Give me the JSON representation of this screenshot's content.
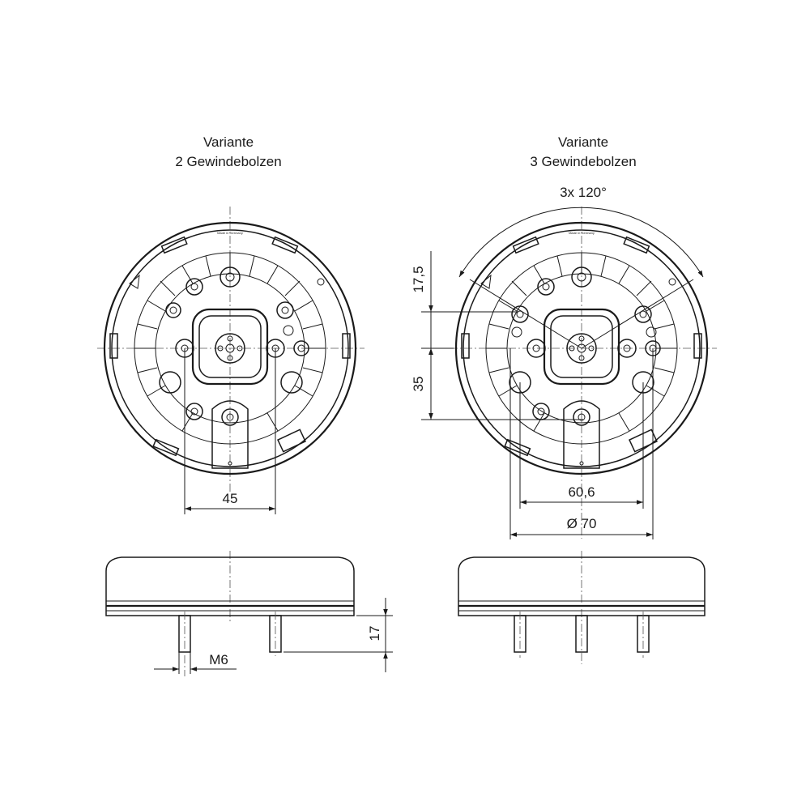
{
  "left_view": {
    "title_line1": "Variante",
    "title_line2": "2 Gewindebolzen",
    "dim_width": "45",
    "dim_thread": "M6",
    "dim_height": "17",
    "marking": "Made in Germany"
  },
  "right_view": {
    "title_line1": "Variante",
    "title_line2": "3 Gewindebolzen",
    "dim_angle": "3x 120°",
    "dim_vertical_top": "17,5",
    "dim_vertical_bottom": "35",
    "dim_width": "60,6",
    "dim_diameter": "Ø 70",
    "marking": "Made in Germany"
  },
  "colors": {
    "line": "#1a1a1a",
    "background": "#ffffff"
  }
}
